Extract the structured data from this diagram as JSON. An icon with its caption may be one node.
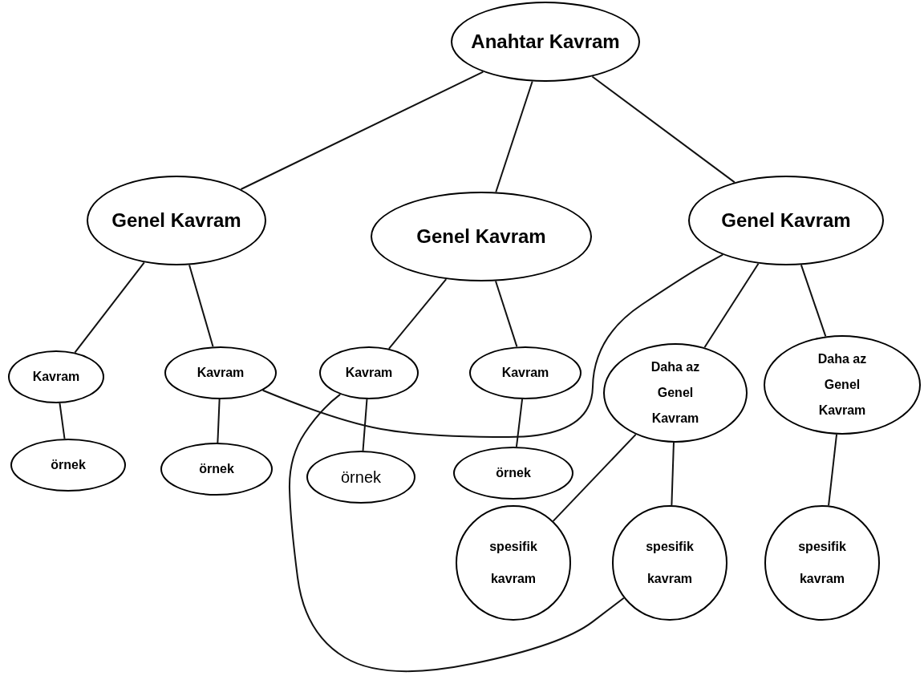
{
  "diagram": {
    "nodes": [
      {
        "text": [
          "Anahtar Kavram"
        ]
      },
      {
        "text": [
          "Genel Kavram"
        ]
      },
      {
        "text": [
          "Genel Kavram"
        ]
      },
      {
        "text": [
          "Genel Kavram"
        ]
      },
      {
        "text": [
          "Kavram"
        ]
      },
      {
        "text": [
          "Kavram"
        ]
      },
      {
        "text": [
          "Kavram"
        ]
      },
      {
        "text": [
          "Kavram"
        ]
      },
      {
        "text": [
          "Daha az Genel Kavram"
        ]
      },
      {
        "text": [
          "Daha az Genel Kavram"
        ]
      },
      {
        "text": [
          "örnek"
        ]
      },
      {
        "text": [
          "örnek"
        ]
      },
      {
        "text": [
          "örnek"
        ]
      },
      {
        "text": [
          "örnek"
        ]
      },
      {
        "text": [
          "spesifik kavram"
        ]
      },
      {
        "text": [
          "spesifik kavram"
        ]
      },
      {
        "text": [
          "spesifik kavram"
        ]
      }
    ],
    "edges": [
      {
        "from": 0,
        "to": 1,
        "arrow": "none"
      },
      {
        "from": 0,
        "to": 2,
        "arrow": "none"
      },
      {
        "from": 0,
        "to": 3,
        "arrow": "none"
      },
      {
        "from": 1,
        "to": 4,
        "arrow": "none"
      },
      {
        "from": 1,
        "to": 5,
        "arrow": "none"
      },
      {
        "from": 2,
        "to": 6,
        "arrow": "none"
      },
      {
        "from": 2,
        "to": 7,
        "arrow": "none"
      },
      {
        "from": 3,
        "to": 8,
        "arrow": "none"
      },
      {
        "from": 3,
        "to": 9,
        "arrow": "none"
      },
      {
        "from": 5,
        "to": 3,
        "arrow": "none"
      },
      {
        "from": 4,
        "to": 10,
        "arrow": "none"
      },
      {
        "from": 5,
        "to": 11,
        "arrow": "none"
      },
      {
        "from": 6,
        "to": 12,
        "arrow": "none"
      },
      {
        "from": 6,
        "to": 15,
        "arrow": "none"
      },
      {
        "from": 7,
        "to": 13,
        "arrow": "none"
      },
      {
        "from": 8,
        "to": 14,
        "arrow": "none"
      },
      {
        "from": 8,
        "to": 15,
        "arrow": "none"
      },
      {
        "from": 9,
        "to": 16,
        "arrow": "none"
      }
    ]
  }
}
